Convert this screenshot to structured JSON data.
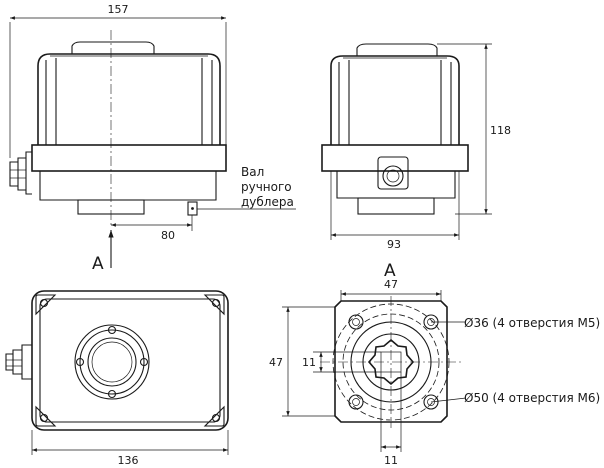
{
  "dimensions": {
    "front_width": "157",
    "side_height": "118",
    "shaft_offset": "80",
    "side_width": "93",
    "top_width": "136",
    "flange_width": "47",
    "flange_height": "47",
    "square_height": "11",
    "square_width": "11"
  },
  "labels": {
    "duplicator_line1": "Вал",
    "duplicator_line2": "ручного",
    "duplicator_line3": "дублера",
    "view_arrow": "A",
    "view_title": "A",
    "holes_m5": "Ø36 (4 отверстия М5)",
    "holes_m6": "Ø50 (4 отверстия М6)"
  }
}
